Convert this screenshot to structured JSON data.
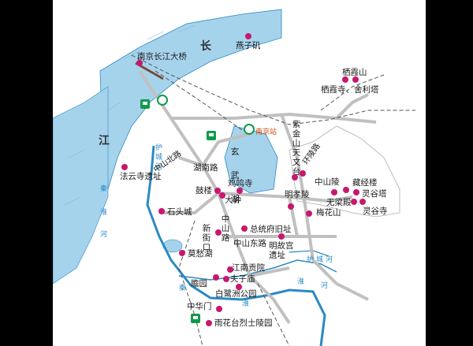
{
  "map": {
    "places": [
      {
        "name": "南京长江大桥"
      },
      {
        "name": "燕子矶"
      },
      {
        "name": "栖霞山"
      },
      {
        "name": "栖霞寺、舍利塔"
      },
      {
        "name": "紫金山天文台"
      },
      {
        "name": "中山陵"
      },
      {
        "name": "藏经楼"
      },
      {
        "name": "灵谷塔"
      },
      {
        "name": "无梁殿"
      },
      {
        "name": "灵谷寺"
      },
      {
        "name": "明孝陵"
      },
      {
        "name": "梅花山"
      },
      {
        "name": "鸡鸣寺"
      },
      {
        "name": "鼓楼"
      },
      {
        "name": "大钟"
      },
      {
        "name": "法云寺遗址"
      },
      {
        "name": "石头城"
      },
      {
        "name": "总统府旧址"
      },
      {
        "name": "明故宫遗址"
      },
      {
        "name": "莫愁湖"
      },
      {
        "name": "江南贡院"
      },
      {
        "name": "夫子庙"
      },
      {
        "name": "瞻园"
      },
      {
        "name": "白鹭洲公园"
      },
      {
        "name": "中华门"
      },
      {
        "name": "雨花台烈士陵园"
      }
    ],
    "roads": [
      {
        "name": "中山北路"
      },
      {
        "name": "湖南路"
      },
      {
        "name": "中山路"
      },
      {
        "name": "新街口"
      },
      {
        "name": "中山东路"
      },
      {
        "name": "玄武湖"
      },
      {
        "name": "环陵路"
      }
    ],
    "river": {
      "chars": [
        "长",
        "江"
      ]
    },
    "water_labels": [
      "护",
      "城",
      "河",
      "秦",
      "淮",
      "河",
      "护",
      "城",
      "河",
      "秦",
      "淮",
      "河",
      "淮"
    ],
    "station": "南京站",
    "colors": {
      "poi": "#c8176e",
      "river": "#a6d3ec",
      "river_edge": "#2a8ac5",
      "road": "#bdbdbd",
      "transit": "#119a4a"
    },
    "icons": [
      "train-station-icon",
      "metro-station-icon"
    ]
  }
}
